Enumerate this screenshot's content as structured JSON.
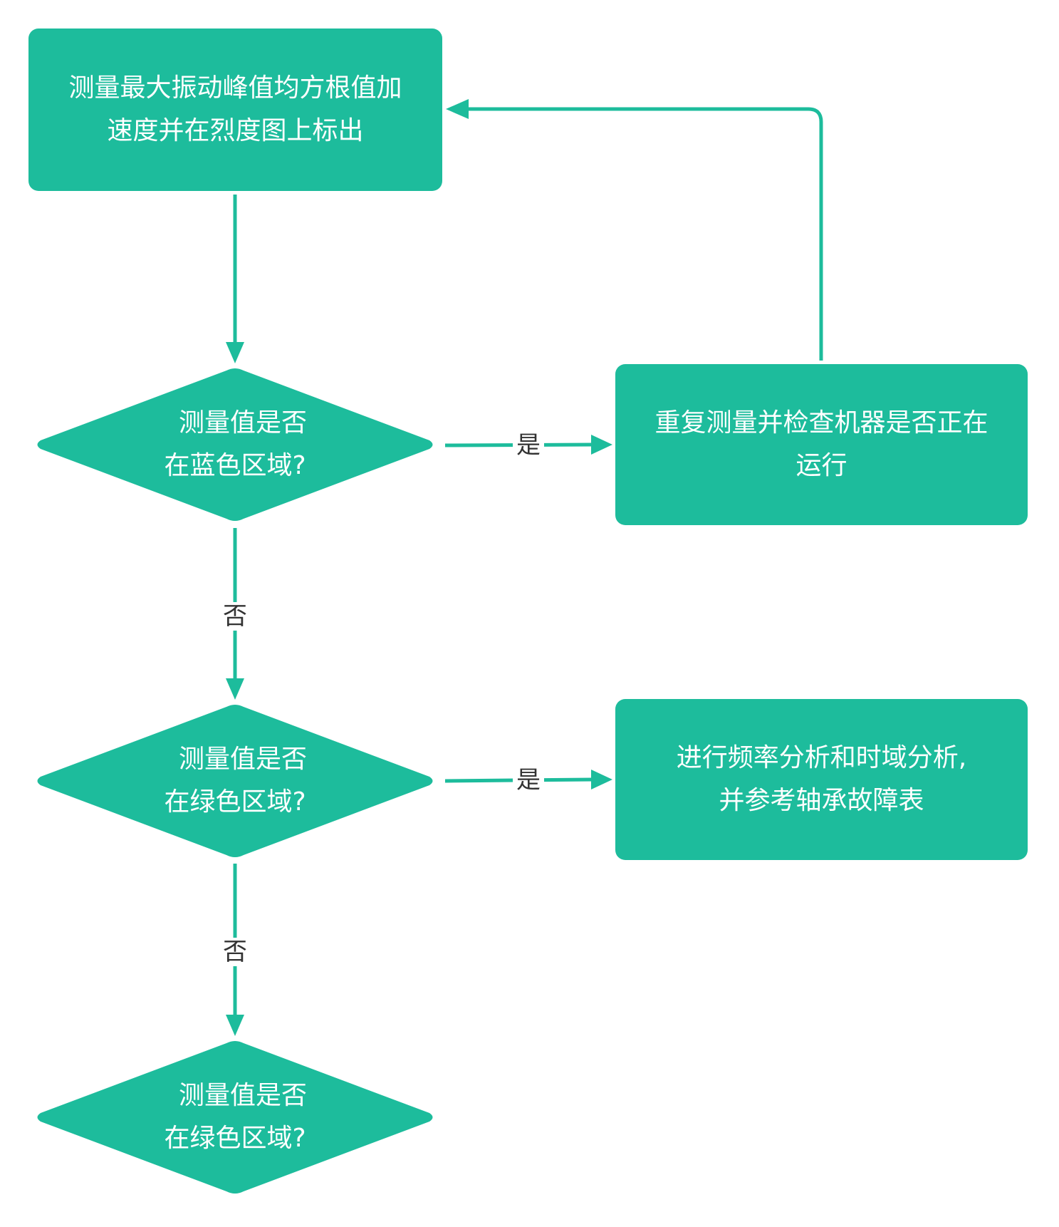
{
  "colors": {
    "node_fill": "#1DBC9C",
    "edge": "#1DBC9C",
    "node_text": "#FFFFFF",
    "label_text": "#333333",
    "background": "#FFFFFF"
  },
  "nodes": {
    "measure": {
      "type": "process",
      "lines": [
        "测量最大振动峰值均方根值加",
        "速度并在烈度图上标出"
      ]
    },
    "decision_blue": {
      "type": "decision",
      "lines": [
        "测量值是否",
        "在蓝色区域?"
      ]
    },
    "repeat_check": {
      "type": "process",
      "lines": [
        "重复测量并检查机器是否正在",
        "运行"
      ]
    },
    "decision_green_1": {
      "type": "decision",
      "lines": [
        "测量值是否",
        "在绿色区域?"
      ]
    },
    "analysis": {
      "type": "process",
      "lines": [
        "进行频率分析和时域分析,",
        "并参考轴承故障表"
      ]
    },
    "decision_green_2": {
      "type": "decision",
      "lines": [
        "测量值是否",
        "在绿色区域?"
      ]
    }
  },
  "edges": [
    {
      "from": "measure",
      "to": "decision_blue",
      "label": ""
    },
    {
      "from": "decision_blue",
      "to": "repeat_check",
      "label": "是"
    },
    {
      "from": "repeat_check",
      "to": "measure",
      "label": ""
    },
    {
      "from": "decision_blue",
      "to": "decision_green_1",
      "label": "否"
    },
    {
      "from": "decision_green_1",
      "to": "analysis",
      "label": "是"
    },
    {
      "from": "decision_green_1",
      "to": "decision_green_2",
      "label": "否"
    }
  ],
  "labels": {
    "yes_1": "是",
    "no_1": "否",
    "yes_2": "是",
    "no_2": "否"
  }
}
